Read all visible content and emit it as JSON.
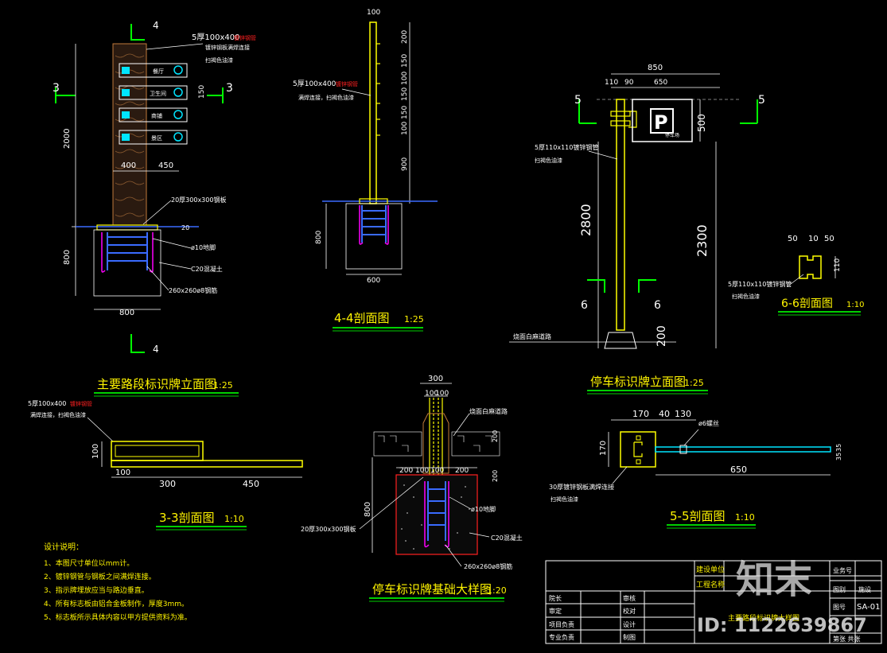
{
  "colors": {
    "background": "#000000",
    "dim": "#ffffff",
    "title": "#fff500",
    "underline": "#00d000",
    "yellow": "#ffff00",
    "blue": "#3a6bff",
    "cyan": "#00e5ff",
    "red": "#ff2020",
    "green": "#00ff00",
    "magenta": "#ff00ff",
    "tree": "#c07a3a"
  },
  "drawing1": {
    "title": "主要路段标识牌立面图",
    "scale": "1:25",
    "section_marks": [
      "4",
      "4",
      "3",
      "3"
    ],
    "note_plate_a": "5厚100x400",
    "note_plate_b": "镀锌钢管",
    "note_weld": "镀锌钢板满焊连接",
    "note_paint": "扫褐色油漆",
    "signs": [
      "餐厅",
      "卫生间",
      "商铺",
      "景区"
    ],
    "dims": {
      "height": "2000",
      "foundation": "800",
      "w1": "400",
      "w2": "450",
      "total": "800",
      "side": "150",
      "plate_gap": "20"
    },
    "labels": {
      "plate": "20厚300x300钢板",
      "anchor": "ø10地脚",
      "concrete": "C20混凝土",
      "rebar": "260x260ø8钢筋"
    }
  },
  "drawing2": {
    "title": "4-4剖面图",
    "scale": "1:25",
    "note_a": "5厚100x400",
    "note_b": "镀锌钢管",
    "note_weld": "满焊连接，扫褐色油漆",
    "dims": {
      "top": "100",
      "d200": "200",
      "d150a": "150",
      "d100": "100",
      "d150b": "150",
      "d150c": "150",
      "d100b": "100",
      "d900": "900",
      "d800": "800",
      "d600": "600"
    }
  },
  "drawing3": {
    "title": "停车标识牌立面图",
    "scale": "1:25",
    "marks": [
      "5",
      "5",
      "6",
      "6"
    ],
    "sign_letter": "P",
    "sign_text": "停车场",
    "note_pipe": "5厚110x110镀锌钢管",
    "note_paint": "扫褐色油漆",
    "note_ground": "烧面白麻道路",
    "dims": {
      "w": "850",
      "a": "110",
      "b": "90",
      "c": "650",
      "h500": "500",
      "h2800": "2800",
      "h2300": "2300",
      "h200": "200"
    }
  },
  "drawing4": {
    "title": "6-6剖面图",
    "scale": "1:10",
    "dims": {
      "a": "50",
      "b": "10",
      "c": "50",
      "h": "110"
    },
    "note_pipe": "5厚110x110镀锌钢管",
    "note_paint": "扫褐色油漆"
  },
  "drawing5": {
    "title": "3-3剖面图",
    "scale": "1:10",
    "note_a": "5厚100x400",
    "note_b": "镀锌钢管",
    "note_weld": "满焊连接，扫褐色油漆",
    "dims": {
      "h": "100",
      "a": "100",
      "b": "300",
      "c": "450"
    }
  },
  "drawing6": {
    "title": "停车标识牌基础大样图",
    "scale": "1:20",
    "dims": {
      "top": "300",
      "t100a": "100",
      "t100b": "100",
      "w200a": "200",
      "w100a": "100",
      "w100b": "100",
      "w200b": "200",
      "r200a": "200",
      "r200b": "200",
      "h800": "800"
    },
    "labels": {
      "paving": "烧面白麻道路",
      "anchor": "ø10地脚",
      "concrete": "C20混凝土",
      "rebar": "260x260ø8钢筋",
      "plate": "20厚300x300钢板"
    }
  },
  "drawing7": {
    "title": "5-5剖面图",
    "scale": "1:10",
    "dims": {
      "a": "170",
      "b": "40",
      "c": "130",
      "h": "170",
      "len": "650",
      "r": "35",
      "r2": "35"
    },
    "bolt": "ø6螺丝",
    "note_plate": "30厚镀锌钢板满焊连接",
    "note_paint": "扫褐色油漆"
  },
  "notes": {
    "heading": "设计说明：",
    "items": [
      "1、本图尺寸单位以mm计。",
      "2、镀锌钢管与钢板之间满焊连接。",
      "3、指示牌埋放应当与路边垂直。",
      "4、所有标志板由铝合金板制作，厚度3mm。",
      "5、标志板所示具体内容以甲方提供资料为准。"
    ]
  },
  "titleblock": {
    "unit": "建设单位",
    "project": "工程名称",
    "business": "业务号",
    "stage_label": "图别",
    "stage": "施设",
    "no_label": "图号",
    "no": "SA-01",
    "rows": [
      [
        "院长",
        "审核"
      ],
      [
        "审定",
        "校对"
      ],
      [
        "项目负责",
        "设计"
      ],
      [
        "专业负责",
        "制图"
      ]
    ],
    "dwg_name": "主要路段标识牌大样图",
    "sheet": "第张 共张"
  },
  "watermark": {
    "brand": "知末",
    "id": "ID: 1122639867"
  }
}
